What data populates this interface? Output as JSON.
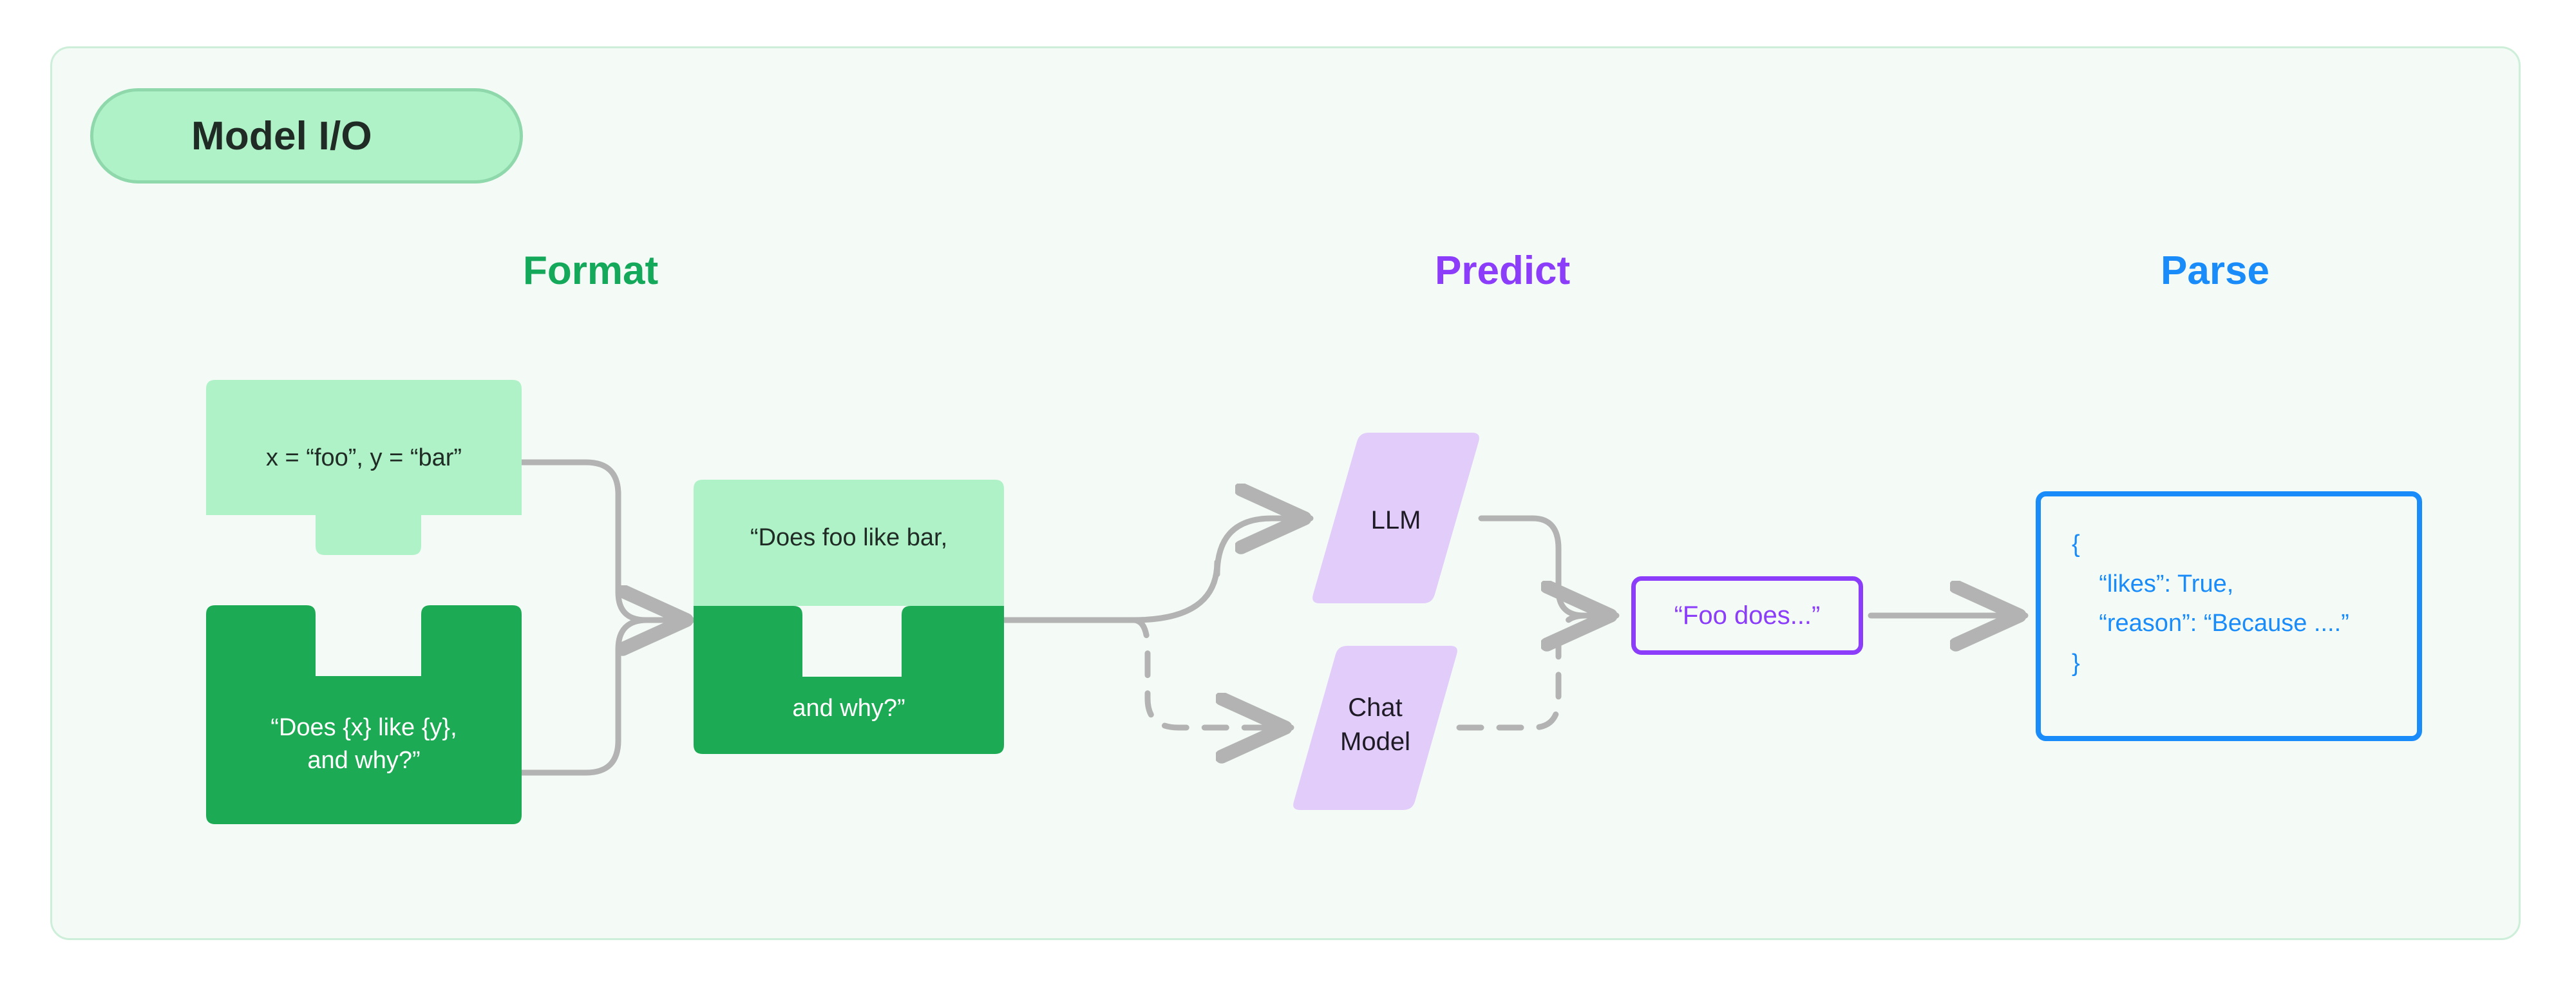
{
  "panel": {
    "badge_label": "Model I/O",
    "background": "#f4fbf6",
    "border_color": "#cdeed9"
  },
  "headings": {
    "format": "Format",
    "predict": "Predict",
    "parse": "Parse",
    "format_color": "#14a85a",
    "predict_color": "#8b3dfa",
    "parse_color": "#1a8cfa"
  },
  "format_stage": {
    "input_values": "x = “foo”, y = “bar”",
    "prompt_template": "“Does {x} like {y},\nand why?”",
    "formatted_top": "“Does foo like bar,",
    "formatted_bottom": "and why?”",
    "light_fill": "#aff2c8",
    "dark_fill": "#1daa54"
  },
  "predict_stage": {
    "llm_label": "LLM",
    "chat_model_label": "Chat\nModel",
    "node_fill": "#e2cdfa"
  },
  "output_stage": {
    "completion": "“Foo does...”",
    "completion_color": "#8b3dfa",
    "json_lines": [
      "{",
      "    “likes”: True,",
      "    “reason”: “Because ....”",
      "}"
    ],
    "json_color": "#1a8cfa"
  },
  "connectors": {
    "line_color": "#b3b3b3",
    "solid_style": "solid",
    "dashed_style": "dashed"
  }
}
